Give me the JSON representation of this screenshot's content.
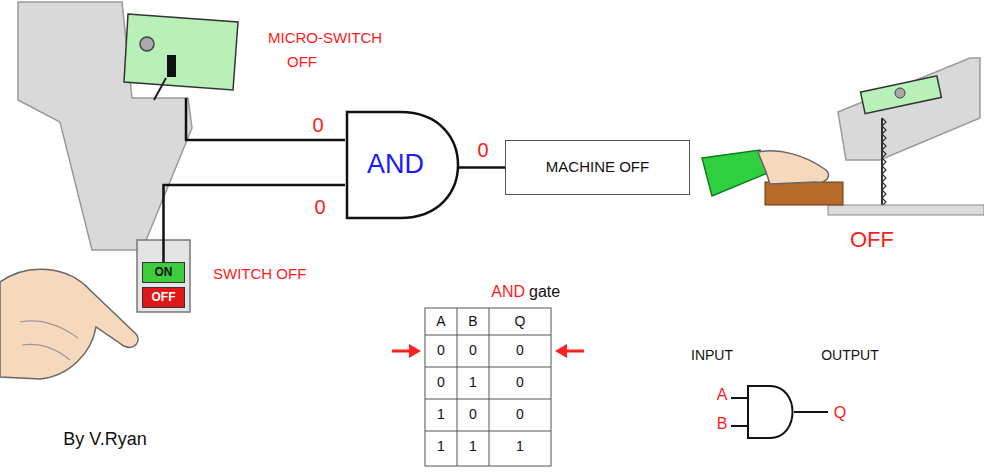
{
  "diagram": {
    "nodes": [
      {
        "text": [
          "AND"
        ]
      },
      {
        "text": [
          "MACHINE OFF"
        ]
      },
      {
        "text": [
          "ON"
        ]
      },
      {
        "text": [
          "OFF"
        ]
      }
    ],
    "edges": [
      {
        "from": 2,
        "to": 0,
        "arrow": "none",
        "label": "0"
      },
      {
        "from": 0,
        "to": 1,
        "arrow": "none",
        "label": "0"
      }
    ],
    "labels": [
      "MICRO-SWITCH",
      "OFF",
      "0",
      "SWITCH OFF",
      "OFF",
      "AND",
      "gate",
      "A",
      "B",
      "Q",
      "0",
      "0",
      "0",
      "0",
      "1",
      "0",
      "1",
      "0",
      "0",
      "1",
      "1",
      "1",
      "INPUT",
      "OUTPUT",
      "A",
      "B",
      "Q",
      "By V.Ryan"
    ]
  }
}
